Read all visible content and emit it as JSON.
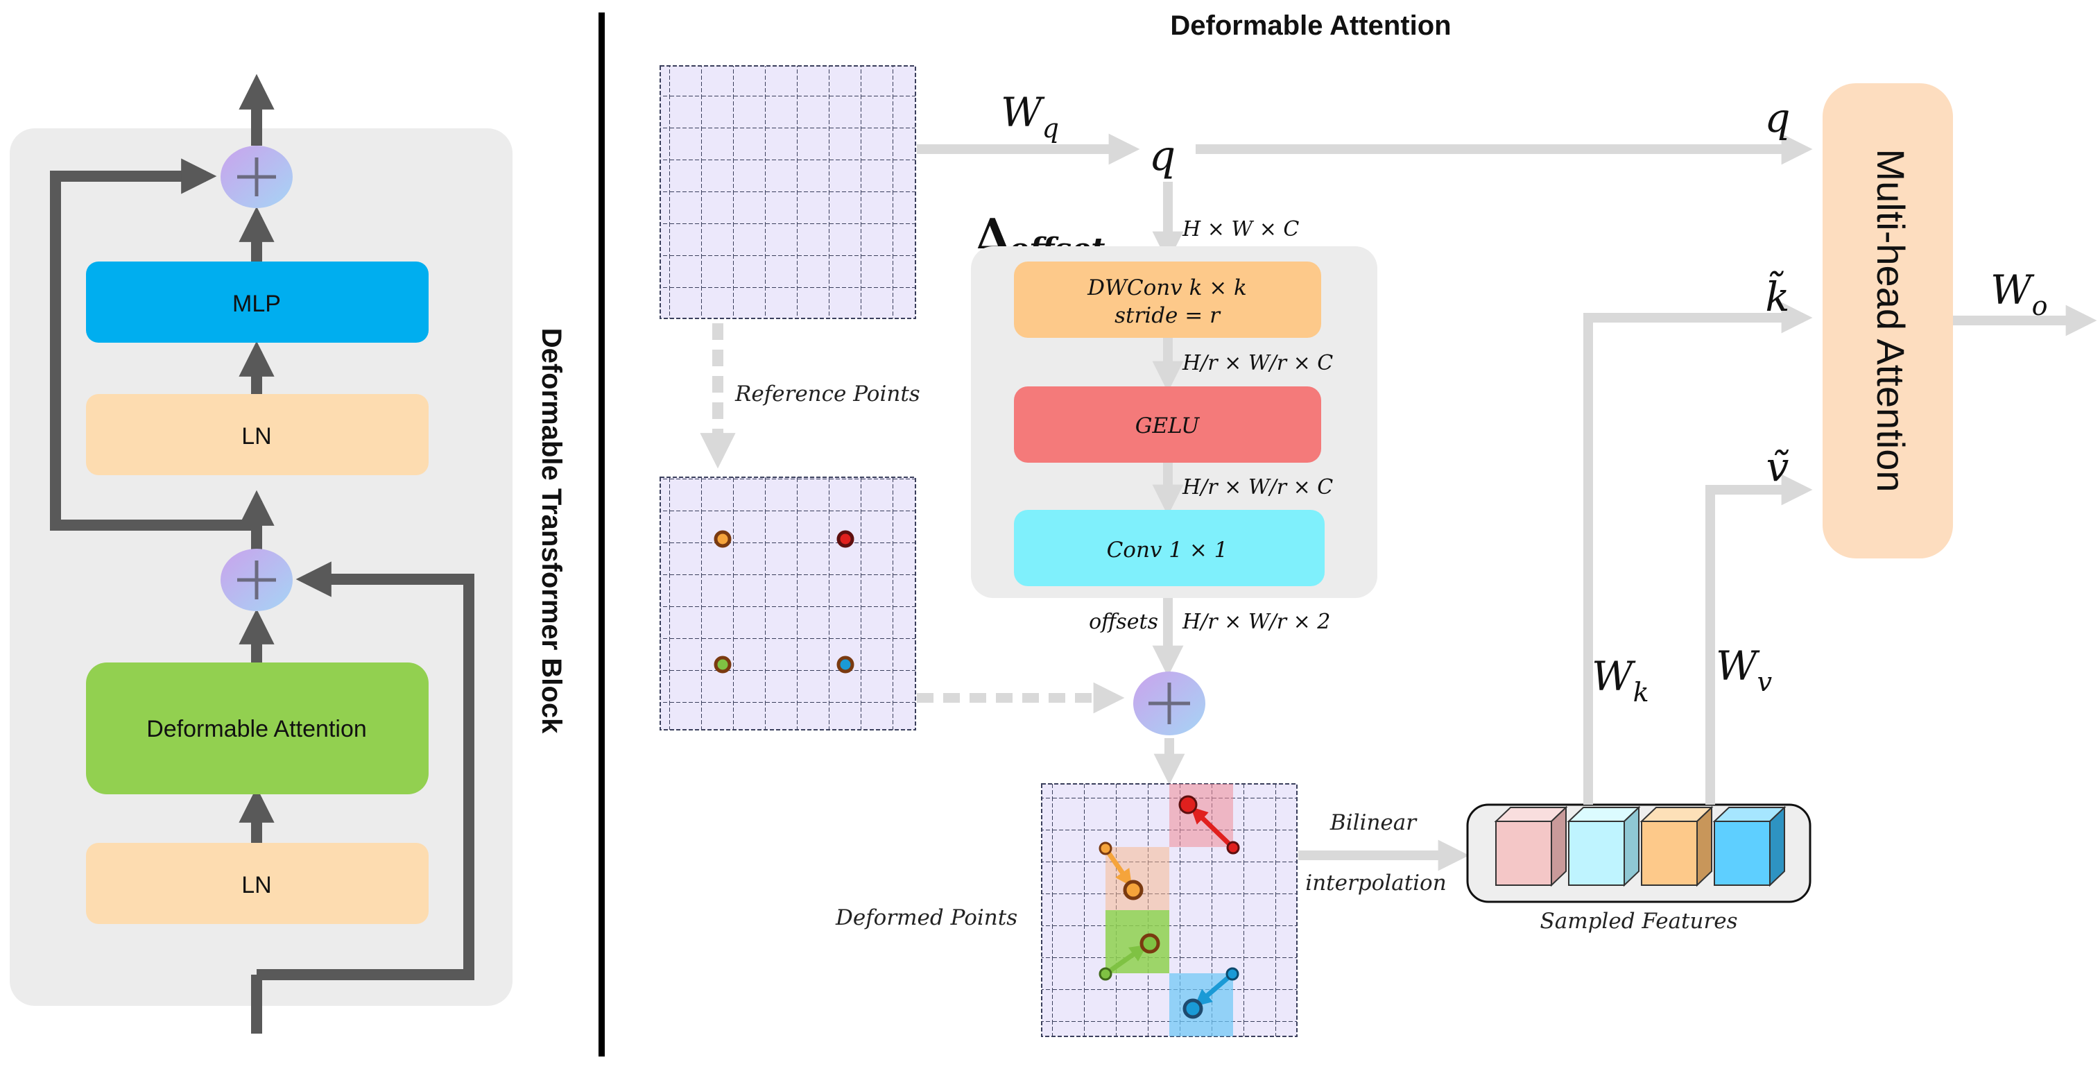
{
  "left_panel": {
    "title": "Deformable Transformer Block",
    "blocks": {
      "mlp": "MLP",
      "ln_top": "LN",
      "deformable_attention": "Deformable Attention",
      "ln_bottom": "LN"
    }
  },
  "right_panel": {
    "title": "Deformable Attention",
    "labels": {
      "wq_base": "W",
      "wq_sub": "q",
      "q_mid": "q",
      "q_right": "q",
      "k_tilde": "k̃",
      "v_tilde": "ṽ",
      "wo_base": "W",
      "wo_sub": "o",
      "wk_base": "W",
      "wk_sub": "k",
      "wv_base": "W",
      "wv_sub": "v",
      "delta_base": "Δ",
      "delta_sub": "offset",
      "dim_hwc": "H × W × C",
      "dim_1": "H/r × W/r × C",
      "dim_2": "H/r × W/r × C",
      "dim_3": "H/r × W/r × 2",
      "offsets": "offsets",
      "reference_points": "Reference Points",
      "deformed_points": "Deformed Points",
      "bilinear_1": "Bilinear",
      "bilinear_2": "interpolation",
      "sampled_features": "Sampled Features"
    },
    "offset_blocks": {
      "dwconv_1": "DWConv k × k",
      "dwconv_2": "stride = r",
      "gelu": "GELU",
      "conv": "Conv 1 × 1"
    },
    "mha": "Multi-head Attention"
  },
  "colors": {
    "panel_bg": "#ececec",
    "mlp": "#00aeef",
    "ln": "#fddcb0",
    "deformable_attention": "#92d050",
    "dwconv": "#fdc98a",
    "gelu": "#f47a7a",
    "conv": "#7ff0fc",
    "mha": "#fdddbf",
    "arrow_dark": "#595959",
    "arrow_light": "#d9d9d9",
    "cube_pink": "#f4c7c7",
    "cube_cyan": "#bff4ff",
    "cube_orange": "#fdc98a",
    "cube_blue": "#5ecfff"
  }
}
